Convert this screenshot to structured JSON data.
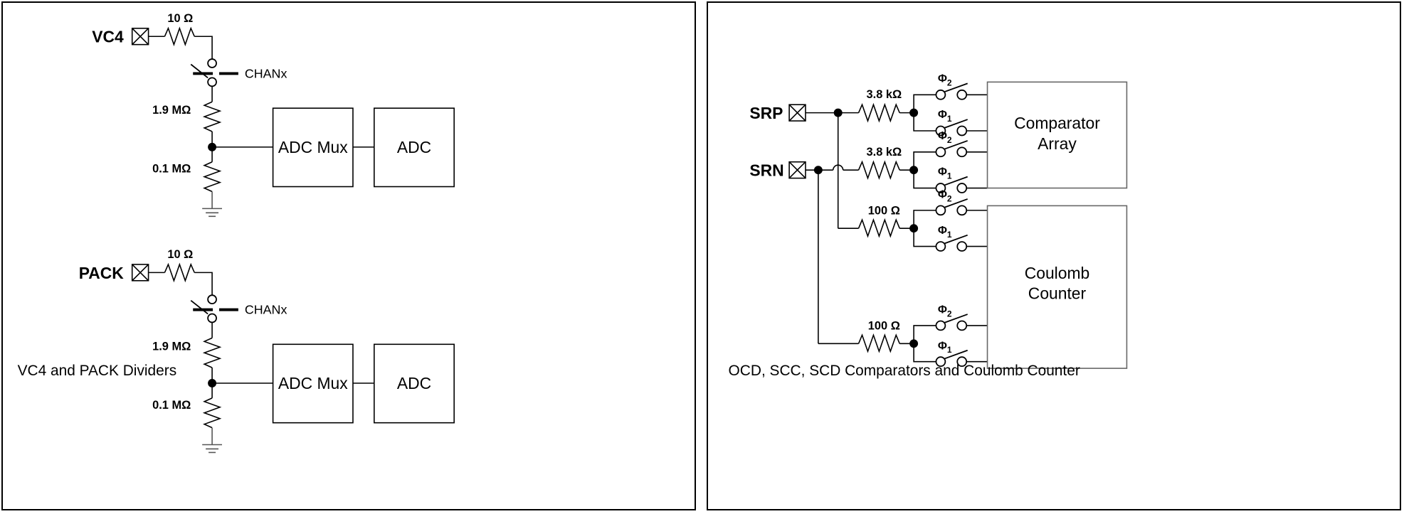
{
  "figure": {
    "panels": [
      {
        "id": "left",
        "caption": "VC4 and PACK Dividers",
        "dividers": [
          {
            "port": "VC4",
            "series_resistor": "10 Ω",
            "switch_signal": "CHANx",
            "top_resistor": "1.9 MΩ",
            "bottom_resistor": "0.1 MΩ",
            "block1": "ADC Mux",
            "block2": "ADC"
          },
          {
            "port": "PACK",
            "series_resistor": "10 Ω",
            "switch_signal": "CHANx",
            "top_resistor": "1.9 MΩ",
            "bottom_resistor": "0.1 MΩ",
            "block1": "ADC Mux",
            "block2": "ADC"
          }
        ]
      },
      {
        "id": "right",
        "caption": "OCD, SCC, SCD Comparators and Coulomb Counter",
        "ports": [
          "SRP",
          "SRN"
        ],
        "blocks": [
          {
            "name": "Comparator Array",
            "line1": "Comparator",
            "line2": "Array"
          },
          {
            "name": "Coulomb Counter",
            "line1": "Coulomb",
            "line2": "Counter"
          }
        ],
        "branches": [
          {
            "source": "SRP",
            "resistor": "3.8 kΩ",
            "target": "Comparator Array",
            "phases": [
              "Φ",
              "Φ"
            ],
            "phase_subs": [
              "2",
              "1"
            ]
          },
          {
            "source": "SRN",
            "resistor": "3.8 kΩ",
            "target": "Comparator Array",
            "phases": [
              "Φ",
              "Φ"
            ],
            "phase_subs": [
              "2",
              "1"
            ]
          },
          {
            "source": "SRP",
            "resistor": "100 Ω",
            "target": "Coulomb Counter",
            "phases": [
              "Φ",
              "Φ"
            ],
            "phase_subs": [
              "2",
              "1"
            ]
          },
          {
            "source": "SRN",
            "resistor": "100 Ω",
            "target": "Coulomb Counter",
            "phases": [
              "Φ",
              "Φ"
            ],
            "phase_subs": [
              "2",
              "1"
            ]
          }
        ],
        "phase_symbol": "Φ",
        "phase2": "2",
        "phase1": "1"
      }
    ]
  },
  "left": {
    "caption": "VC4 and PACK Dividers",
    "d1": {
      "port": "VC4",
      "r_series": "10 Ω",
      "sig": "CHANx",
      "r_top": "1.9 MΩ",
      "r_bot": "0.1 MΩ",
      "mux": "ADC Mux",
      "adc": "ADC"
    },
    "d2": {
      "port": "PACK",
      "r_series": "10 Ω",
      "sig": "CHANx",
      "r_top": "1.9 MΩ",
      "r_bot": "0.1 MΩ",
      "mux": "ADC Mux",
      "adc": "ADC"
    }
  },
  "right": {
    "caption": "OCD, SCC, SCD Comparators and Coulomb Counter",
    "srp": "SRP",
    "srn": "SRN",
    "r_srp_cmp": "3.8 kΩ",
    "r_srn_cmp": "3.8 kΩ",
    "r_srp_cc": "100 Ω",
    "r_srn_cc": "100 Ω",
    "cmp_line1": "Comparator",
    "cmp_line2": "Array",
    "cc_line1": "Coulomb",
    "cc_line2": "Counter",
    "phi": "Φ",
    "sub2": "2",
    "sub1": "1"
  },
  "colors": {
    "stroke": "#000000",
    "gray_stroke": "#555555",
    "background": "#ffffff"
  }
}
